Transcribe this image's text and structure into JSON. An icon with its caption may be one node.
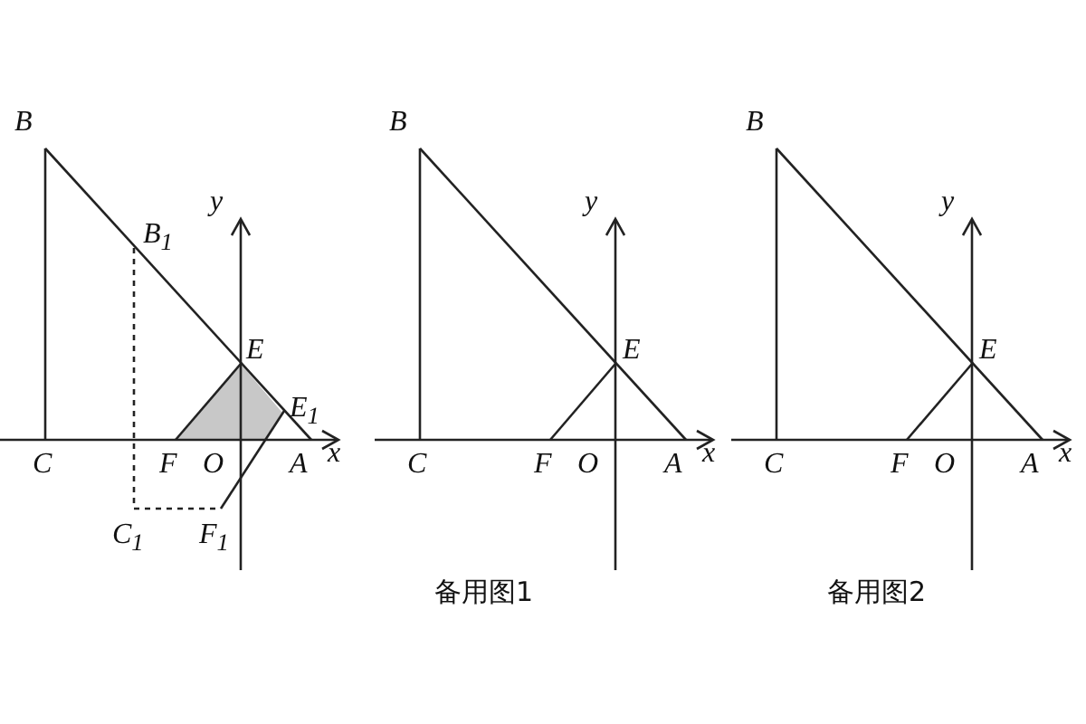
{
  "diagram": {
    "labels": [
      "B",
      "B$_{1}$",
      "y",
      "E",
      "E$_{1}$",
      "C",
      "F",
      "O",
      "A",
      "x",
      "C$_{1}$",
      "F$_{1}$",
      "B",
      "y",
      "E",
      "C",
      "F",
      "O",
      "A",
      "x",
      "备用图1",
      "B",
      "y",
      "E",
      "C",
      "F",
      "O",
      "A",
      "x",
      "备用图2"
    ]
  }
}
